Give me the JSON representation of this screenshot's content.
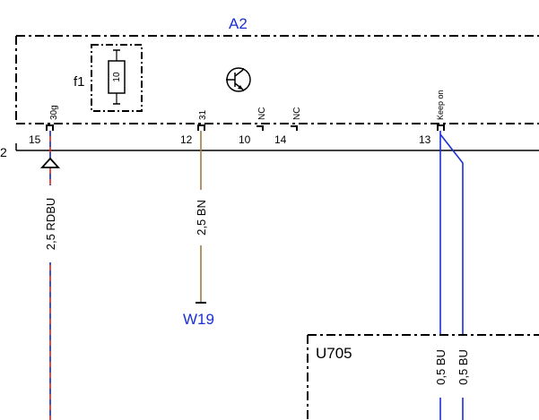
{
  "module": {
    "name": "A2"
  },
  "fuse": {
    "label": "f1",
    "value": "10"
  },
  "connector": {
    "number": "2"
  },
  "pins": [
    {
      "pin": "15",
      "terminal": "30g"
    },
    {
      "pin": "12",
      "terminal": "31"
    },
    {
      "pin": "10",
      "terminal": "NC"
    },
    {
      "pin": "14",
      "terminal": "NC"
    },
    {
      "pin": "13",
      "terminal": "Keep on"
    }
  ],
  "wires": [
    {
      "label": "2,5 RDBU",
      "colors": [
        "#d81e1e",
        "#1f45d6"
      ]
    },
    {
      "label": "2,5 BN",
      "colors": [
        "#a07c40"
      ]
    },
    {
      "label": "0,5 BU",
      "colors": [
        "#1a2fd6"
      ]
    },
    {
      "label": "0,5 BU",
      "colors": [
        "#1a2fd6"
      ]
    }
  ],
  "ground": {
    "label": "W19"
  },
  "component": {
    "name": "U705"
  },
  "colors": {
    "blue": "#1a2fd6",
    "red": "#d81e1e",
    "brown": "#a07c40",
    "line": "#000000"
  }
}
